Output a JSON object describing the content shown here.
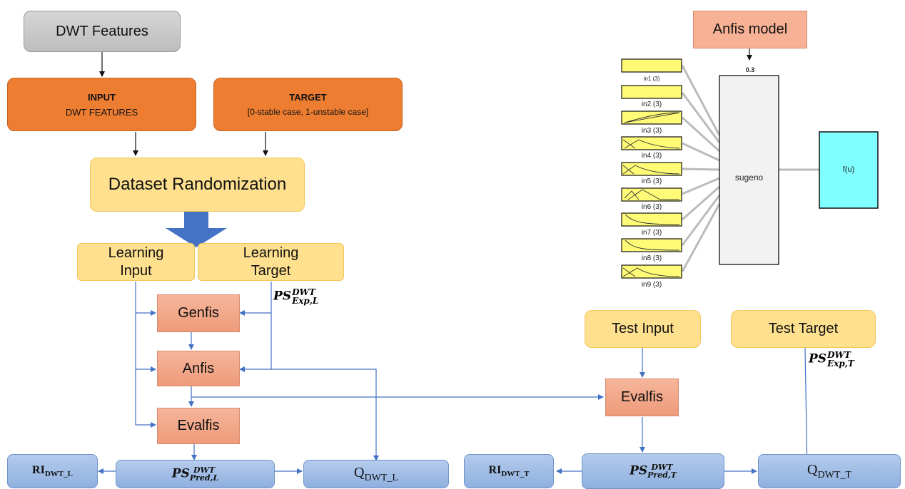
{
  "left": {
    "dwt_features": "DWT Features",
    "input_title": "INPUT",
    "input_sub": "DWT FEATURES",
    "target_title": "TARGET",
    "target_sub": "[0-stable case, 1-unstable case]",
    "randomization": "Dataset Randomization",
    "learning_input": "Learning\nInput",
    "learning_target": "Learning\nTarget",
    "genfis": "Genfis",
    "anfis": "Anfis",
    "evalfis": "Evalfis",
    "ps_exp_l": {
      "base": "PS",
      "sup": "DWT",
      "sub": "Exp,L"
    },
    "ps_pred_l": {
      "base": "PS",
      "sup": "DWT",
      "sub": "Pred,L"
    },
    "ri_l": {
      "base": "RI",
      "sub": "DWT_L"
    },
    "q_l": {
      "base": "Q",
      "sub": "DWT_L"
    }
  },
  "right": {
    "test_input": "Test Input",
    "test_target": "Test Target",
    "evalfis": "Evalfis",
    "ps_exp_t": {
      "base": "PS",
      "sup": "DWT",
      "sub": "Exp,T"
    },
    "ps_pred_t": {
      "base": "PS",
      "sup": "DWT",
      "sub": "Pred,T"
    },
    "ri_t": {
      "base": "RI",
      "sub": "DWT_T"
    },
    "q_t": {
      "base": "Q",
      "sub": "DWT_T"
    }
  },
  "anfis_model": {
    "title": "Anfis model",
    "top_value": "0.3",
    "inputs": [
      "in1 (3)",
      "in2 (3)",
      "in3 (3)",
      "in4 (3)",
      "in5 (3)",
      "in6 (3)",
      "in7 (3)",
      "in8 (3)",
      "in9 (3)"
    ],
    "sugeno": "sugeno",
    "output": "f(u)"
  },
  "colors": {
    "accent_orange": "#ed7d31",
    "yellow": "#ffe08f",
    "salmon": "#f4a98a",
    "blue": "#9dbbe5",
    "arrow": "#4472c4",
    "cyan": "#7fffff"
  }
}
